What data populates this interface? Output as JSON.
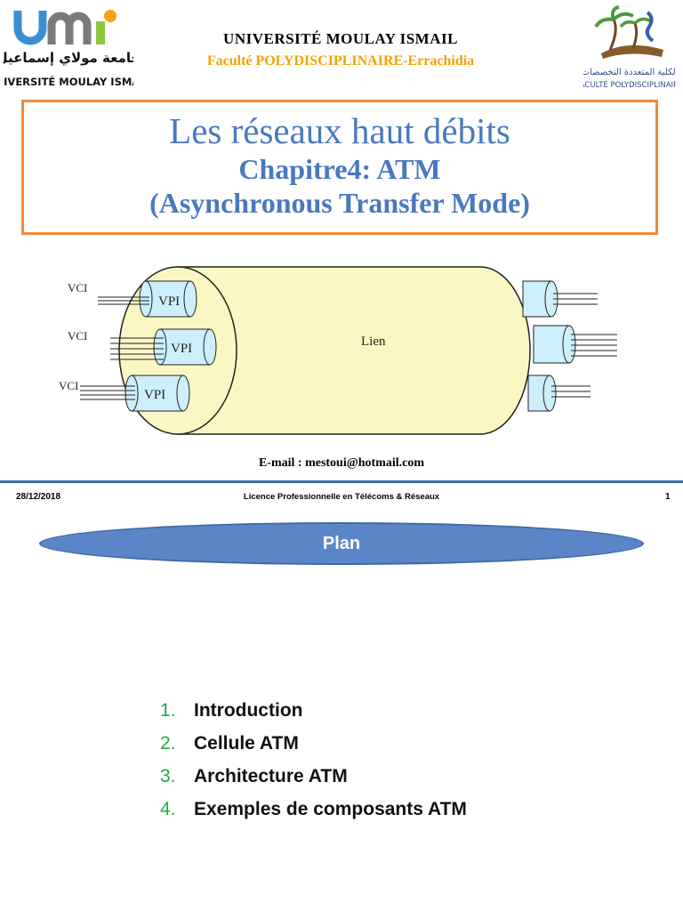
{
  "header": {
    "left_logo": {
      "arabic": "جامعة مولاي إسماعيل",
      "latin": "UNIVERSITÉ MOULAY ISMAÏL",
      "mark": "umi"
    },
    "university": "UNIVERSITÉ  MOULAY  ISMAIL",
    "faculty": "Faculté POLYDISCIPLINAIRE-Errachidia",
    "right_logo": {
      "arabic": "الكلية المتعددة التخصصات",
      "latin": "FACULTÉ POLYDISCIPLINAIRE"
    }
  },
  "title": {
    "main": "Les réseaux haut débits",
    "chapter": "Chapitre4: ATM",
    "subtitle": "(Asynchronous Transfer Mode)"
  },
  "diagram": {
    "vci_labels": [
      "VCI",
      "VCI",
      "VCI"
    ],
    "vpi_labels": [
      "VPI",
      "VPI",
      "VPI"
    ],
    "link_label": "Lien"
  },
  "email": "E-mail : mestoui@hotmail.com",
  "footer": {
    "date": "28/12/2018",
    "course": "Licence Professionnelle en Télécoms & Réseaux",
    "page": "1"
  },
  "plan": {
    "title": "Plan",
    "items": [
      {
        "num": "1.",
        "label": "Introduction"
      },
      {
        "num": "2.",
        "label": "Cellule ATM"
      },
      {
        "num": "3.",
        "label": "Architecture ATM"
      },
      {
        "num": "4.",
        "label": "Exemples de composants ATM"
      }
    ]
  },
  "colors": {
    "accent": "#4a78c0",
    "title_border": "#f08a3c",
    "faculty": "#f4a300",
    "plan_oval": "#5a86c8",
    "list_number": "#22a84b",
    "link_fill": "#fbf7c4",
    "vpi_fill": "#cdeefb"
  }
}
